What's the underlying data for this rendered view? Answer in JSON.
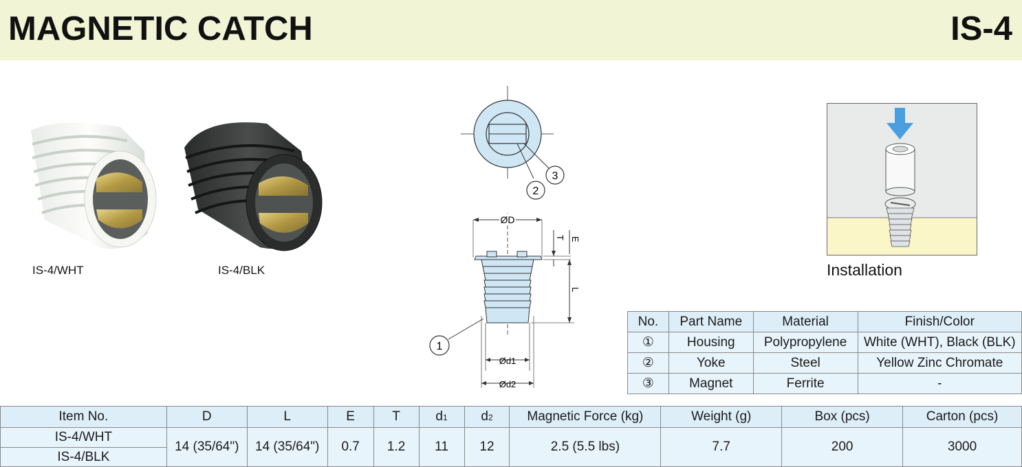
{
  "header": {
    "title": "MAGNETIC CATCH",
    "code": "IS-4"
  },
  "photos": [
    {
      "caption": "IS-4/WHT"
    },
    {
      "caption": "IS-4/BLK"
    }
  ],
  "diagram": {
    "callouts": [
      "1",
      "2",
      "3"
    ],
    "labels": {
      "D": "ØD",
      "T": "T",
      "E": "E",
      "L": "L",
      "d1": "Ød1",
      "d2": "Ød2"
    }
  },
  "installation": {
    "label": "Installation"
  },
  "parts_table": {
    "headers": [
      "No.",
      "Part Name",
      "Material",
      "Finish/Color"
    ],
    "rows": [
      [
        "①",
        "Housing",
        "Polypropylene",
        "White (WHT), Black (BLK)"
      ],
      [
        "②",
        "Yoke",
        "Steel",
        "Yellow Zinc Chromate"
      ],
      [
        "③",
        "Magnet",
        "Ferrite",
        "-"
      ]
    ]
  },
  "spec_table": {
    "headers": {
      "item": "Item No.",
      "D": "D",
      "L": "L",
      "E": "E",
      "T": "T",
      "d1": "d",
      "d1_sub": "1",
      "d2": "d",
      "d2_sub": "2",
      "force": "Magnetic Force (kg)",
      "weight": "Weight (g)",
      "box": "Box (pcs)",
      "carton": "Carton (pcs)"
    },
    "items": [
      "IS-4/WHT",
      "IS-4/BLK"
    ],
    "values": {
      "D": "14 (35/64\")",
      "L": "14 (35/64\")",
      "E": "0.7",
      "T": "1.2",
      "d1": "11",
      "d2": "12",
      "force": "2.5 (5.5 lbs)",
      "weight": "7.7",
      "box": "200",
      "carton": "3000"
    }
  },
  "colors": {
    "header_bg": "#f1f5d6",
    "table_header": "#ddeef8",
    "table_cell": "#e8f4fb",
    "arrow": "#4a9fe0",
    "install_lower": "#fbf6c8"
  }
}
